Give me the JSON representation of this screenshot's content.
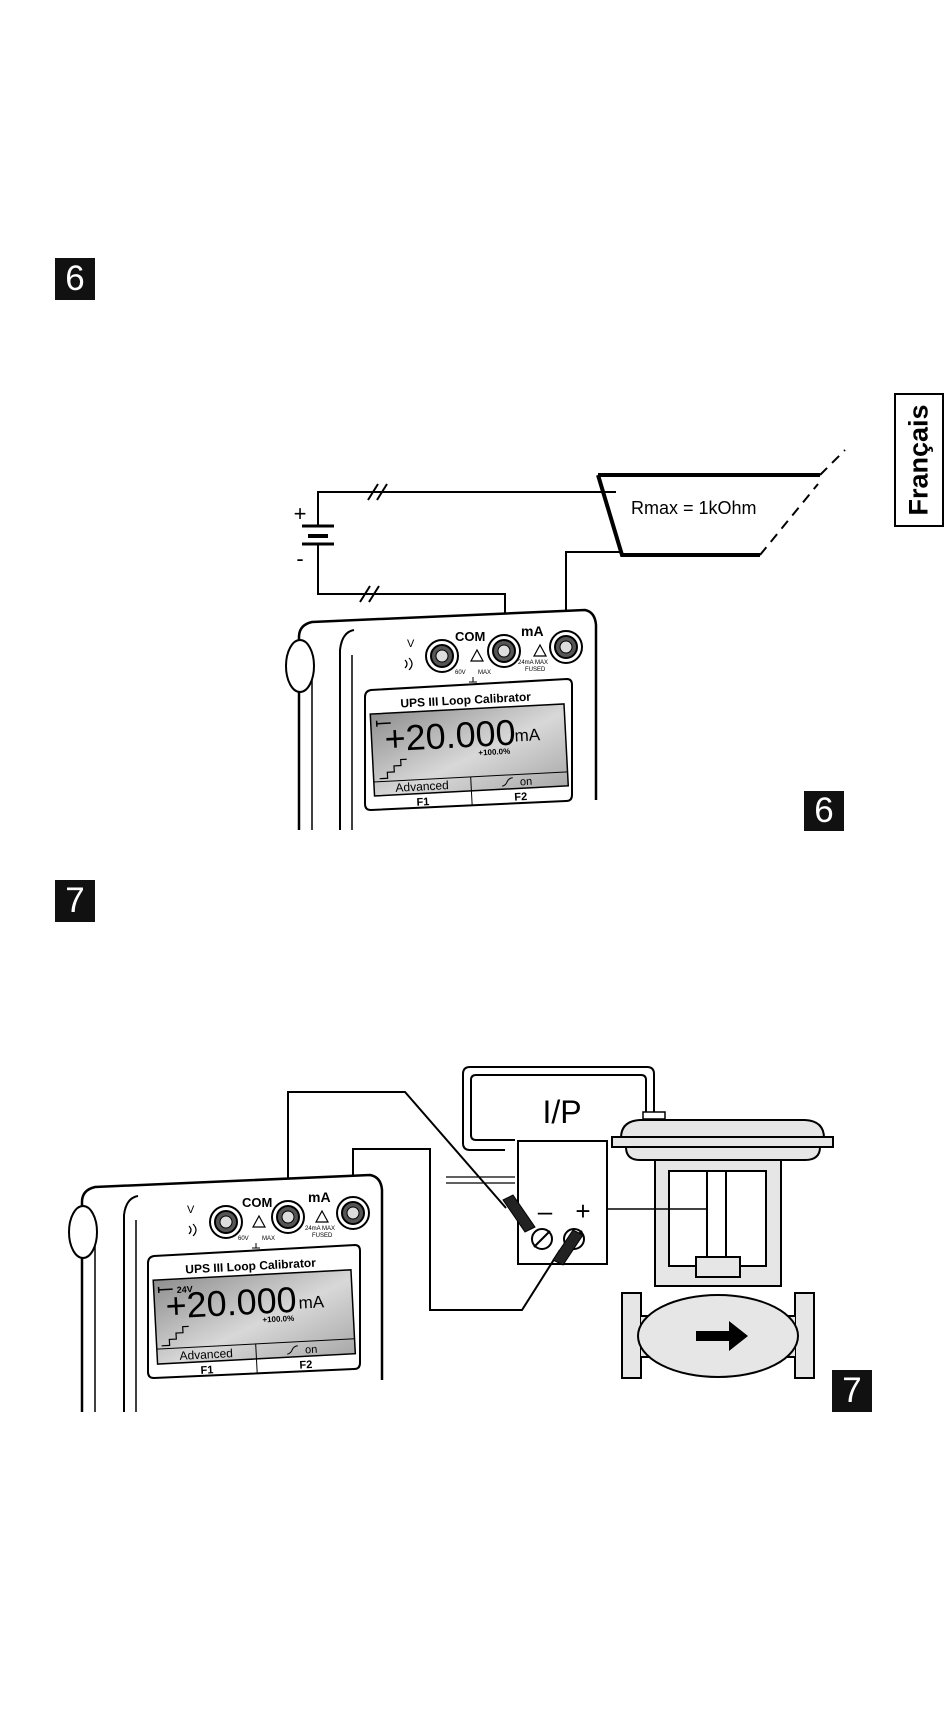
{
  "language_tab": "Français",
  "sections": [
    {
      "number": "6",
      "figure_tag": "6",
      "resistor_label": "Rmax = 1kOhm",
      "battery_plus": "+",
      "battery_minus": "-"
    },
    {
      "number": "7",
      "figure_tag": "7",
      "converter_label": "I/P",
      "terminal_minus": "–",
      "terminal_plus": "+"
    }
  ],
  "device": {
    "model": "UPS III  Loop Calibrator",
    "reading": "+20.000",
    "unit": "mA",
    "percent": "+100.0%",
    "loop_power_label": "24V",
    "softkey1": "Advanced",
    "softkey2": "on",
    "f1": "F1",
    "f2": "F2",
    "jack_v": "V",
    "jack_com": "COM",
    "jack_ma": "mA",
    "rating_left": "60V",
    "rating_left_unit": "MAX",
    "rating_right": "24mA MAX",
    "rating_right_sub": "FUSED"
  },
  "icons": [
    "key-icon",
    "step-ramp-icon",
    "ramp-icon",
    "warning-icon",
    "ground-icon",
    "buzzer-icon",
    "flow-arrow-icon"
  ]
}
